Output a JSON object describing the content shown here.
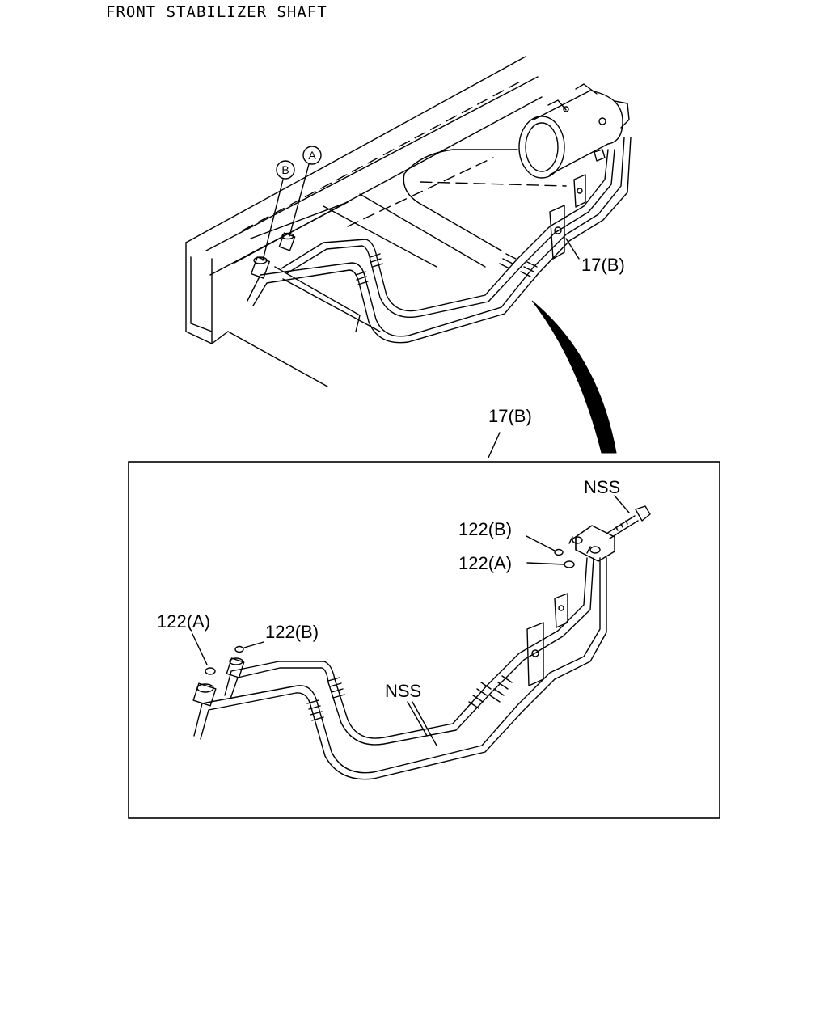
{
  "title": "FRONT STABILIZER SHAFT",
  "callouts": {
    "circle_b": "B",
    "circle_a": "A",
    "top_17b": "17(B)",
    "detail_17b": "17(B)",
    "nss_bolt": "NSS",
    "o122b_right": "122(B)",
    "o122a_right": "122(A)",
    "o122a_left": "122(A)",
    "o122b_left": "122(B)",
    "nss_pipes": "NSS"
  },
  "colors": {
    "line": "#000000",
    "background": "#ffffff"
  }
}
